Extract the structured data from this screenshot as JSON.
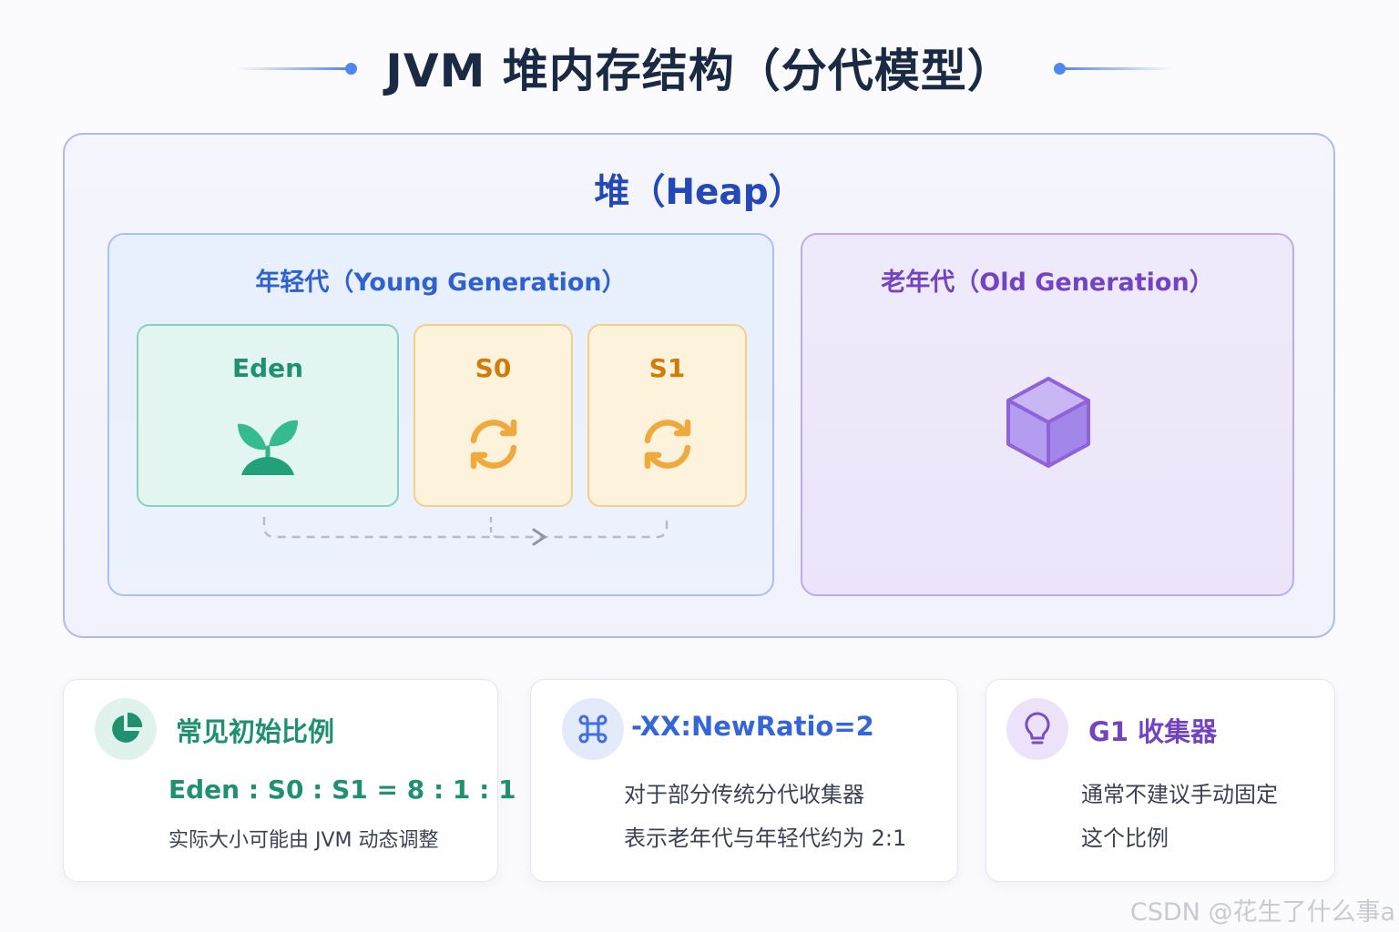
{
  "title": "JVM 堆内存结构（分代模型）",
  "heap": {
    "title": "堆（Heap）",
    "young": {
      "title": "年轻代（Young Generation）",
      "spaces": [
        {
          "label": "Eden",
          "icon": "sprout-icon"
        },
        {
          "label": "S0",
          "icon": "refresh-cycle-icon"
        },
        {
          "label": "S1",
          "icon": "refresh-cycle-icon"
        }
      ]
    },
    "old": {
      "title": "老年代（Old Generation）",
      "icon": "cube-icon"
    }
  },
  "cards": [
    {
      "icon": "pie-chart-icon",
      "title": "常见初始比例",
      "highlight": "Eden : S0 : S1 = 8 : 1 : 1",
      "lines": [
        "实际大小可能由 JVM 动态调整"
      ]
    },
    {
      "icon": "command-icon",
      "title": "-XX:NewRatio=2",
      "lines": [
        "对于部分传统分代收集器",
        "表示老年代与年轻代约为 2:1"
      ]
    },
    {
      "icon": "lightbulb-icon",
      "title": "G1 收集器",
      "lines": [
        "通常不建议手动固定",
        "这个比例"
      ]
    }
  ],
  "colors": {
    "title": "#1b2a44",
    "heap_accent": "#2548b8",
    "young_accent": "#2f62cf",
    "old_accent": "#7343c2",
    "eden": "#1f9070",
    "survivor": "#d07c0c"
  },
  "watermark": "CSDN @花生了什么事a"
}
